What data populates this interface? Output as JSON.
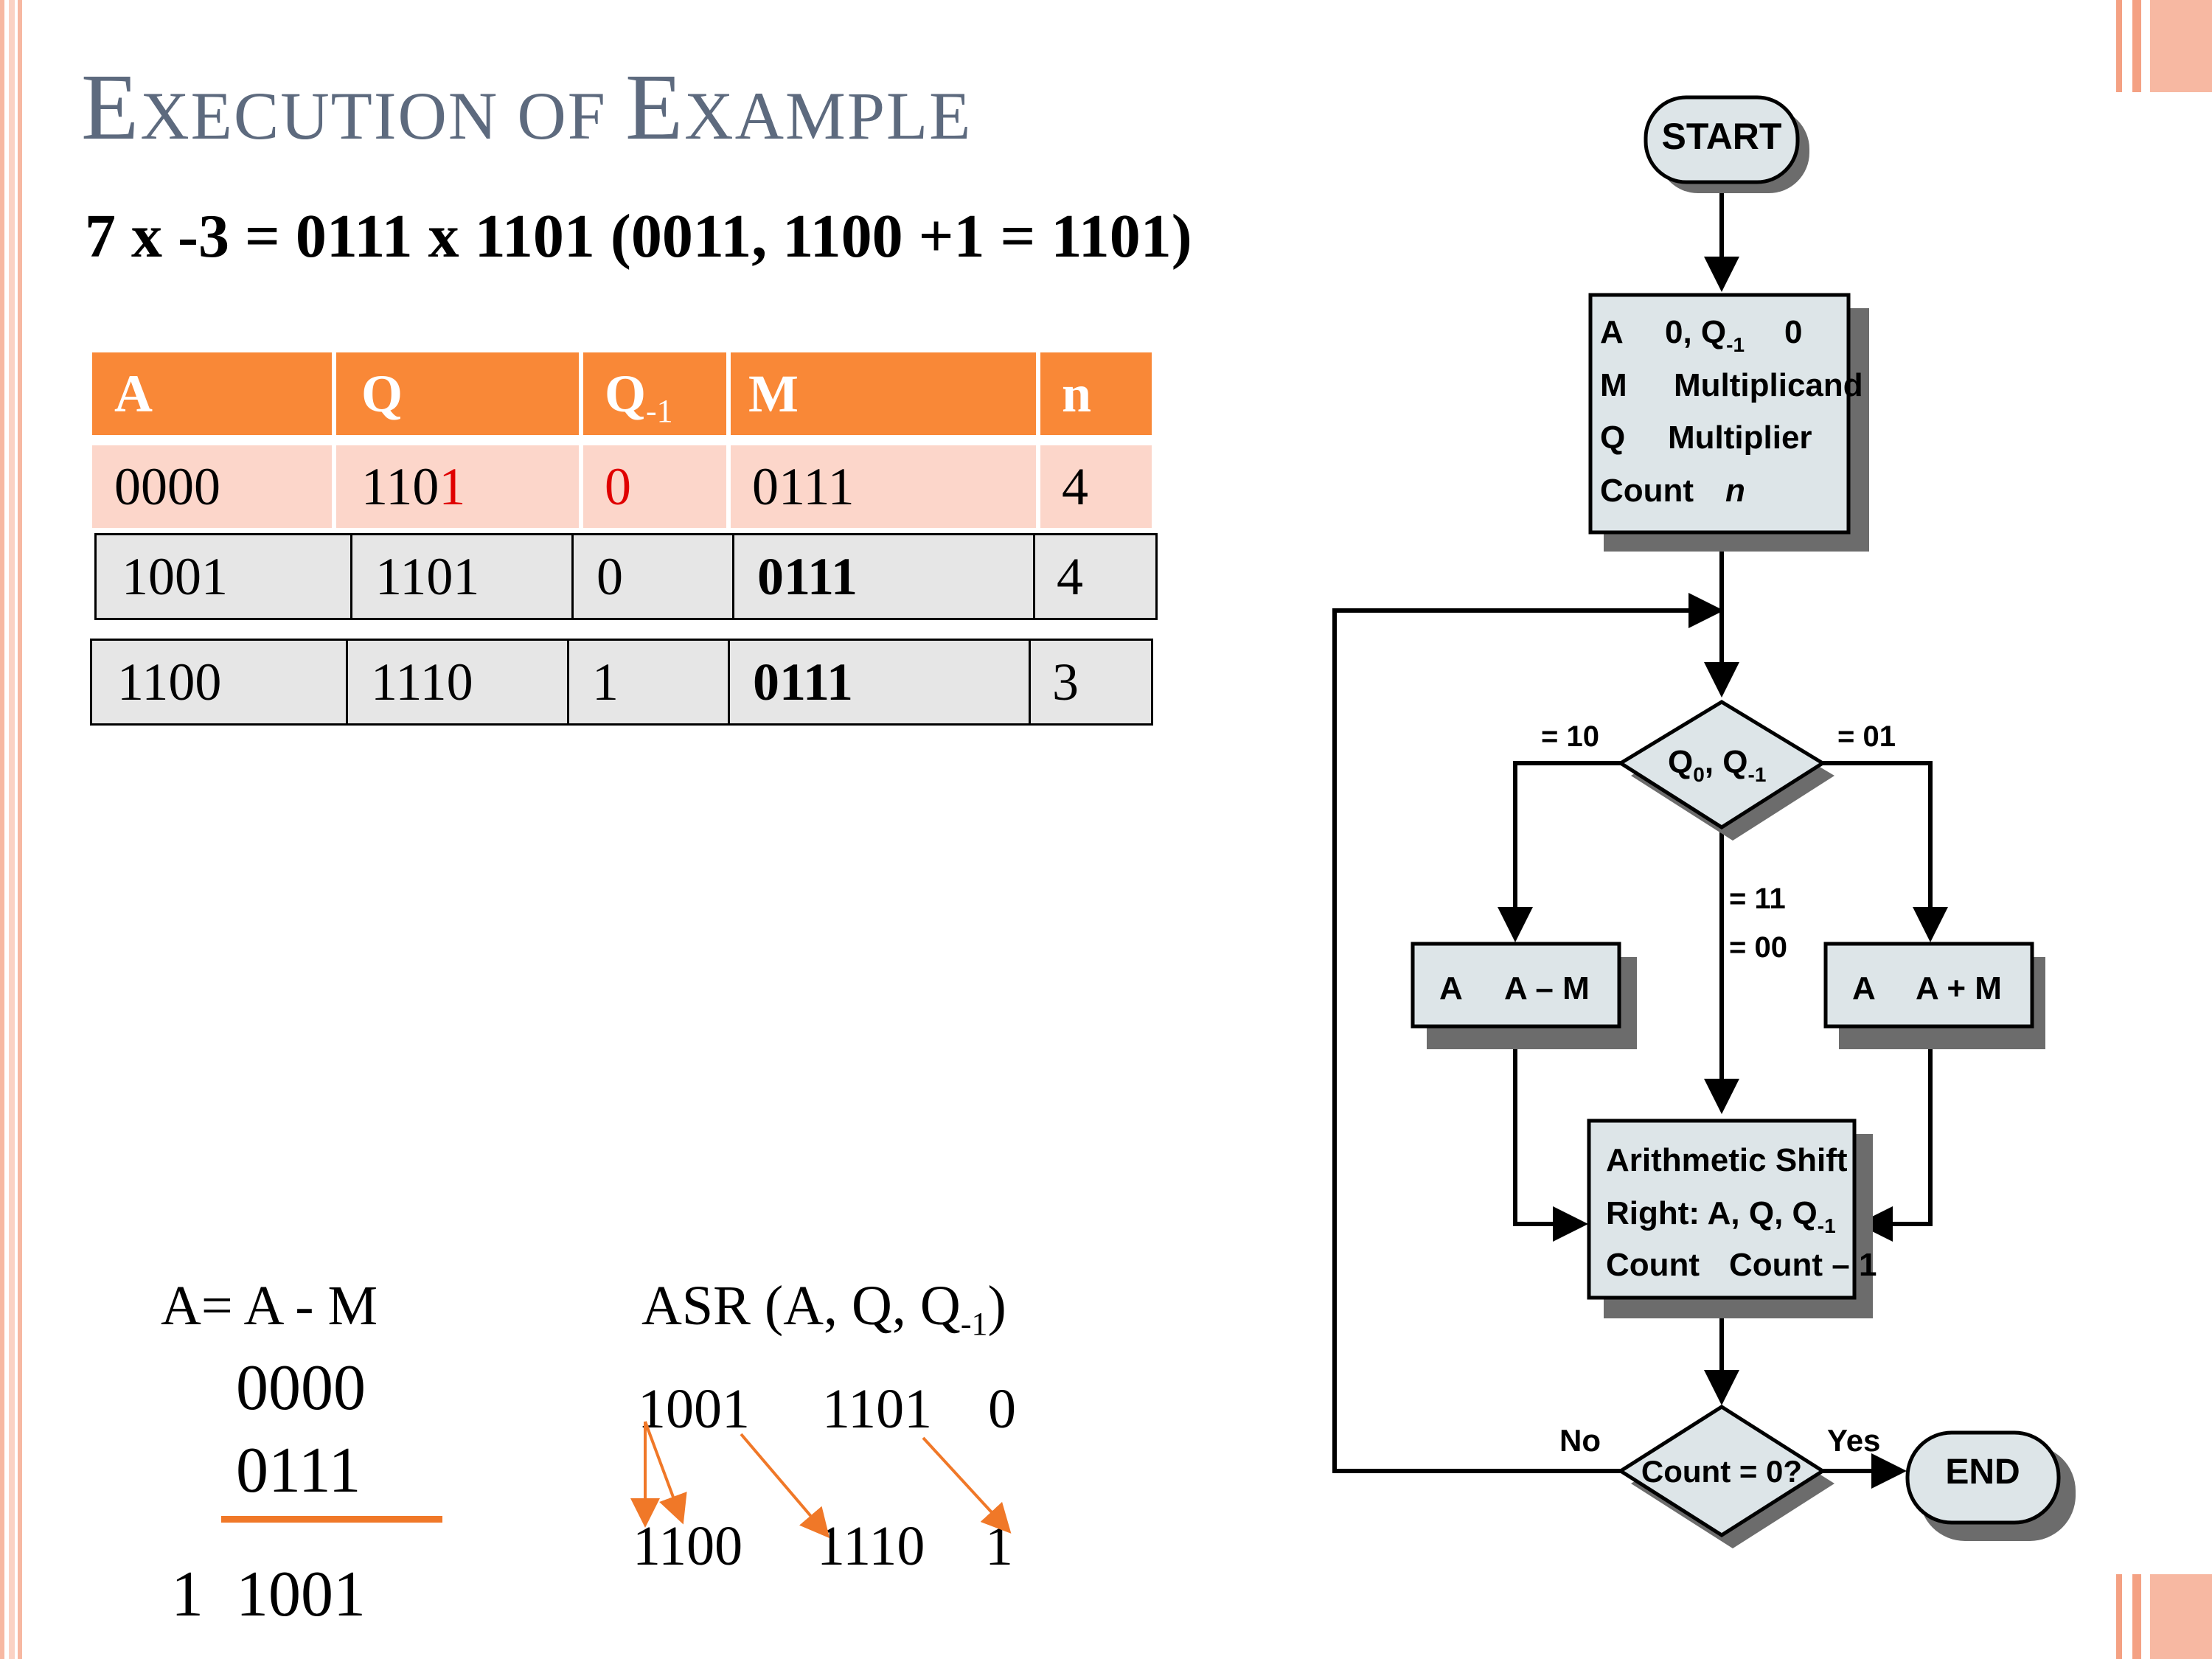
{
  "title": {
    "first_cap": "E",
    "first_rest": "XECUTION OF ",
    "second_cap": "E",
    "second_rest": "XAMPLE"
  },
  "equation": "7 x -3 = 0111 x 1101 (0011, 1100 +1 = 1101)",
  "table": {
    "headers": {
      "a": "A",
      "q": "Q",
      "q1_main": "Q",
      "q1_sub": "-1",
      "m": "M",
      "n": "n"
    },
    "row1": {
      "a": "0000",
      "q_main": "110",
      "q_red": "1",
      "q1": "0",
      "m": "0111",
      "n": "4"
    },
    "row2": {
      "a": "1001",
      "q": "1101",
      "q1": "0",
      "m": "0111",
      "n": "4"
    },
    "row3": {
      "a": "1100",
      "q": "1110",
      "q1": "1",
      "m": "0111",
      "n": "3"
    }
  },
  "subtraction": {
    "label": "A= A - M",
    "line1": "0000",
    "line2": "0111",
    "result": "1  1001"
  },
  "shift": {
    "label_main": "ASR (A, Q, Q",
    "label_sub": "-1",
    "label_end": ")",
    "before": [
      "1001",
      "1101",
      "0"
    ],
    "after": [
      "1100",
      "1110",
      "1"
    ],
    "arrow_color": "#f07828"
  },
  "flowchart": {
    "start": "START",
    "init": {
      "l1a": "A",
      "l1b": "0, Q",
      "l1sub": "-1",
      "l1c": "0",
      "l2a": "M",
      "l2b": "Multiplicand",
      "l3a": "Q",
      "l3b": "Multiplier",
      "l4a": "Count",
      "l4b": "n"
    },
    "decision": {
      "main": "Q",
      "sub0": "0",
      "mid": ", Q",
      "sub1": "-1"
    },
    "eq10": "= 10",
    "eq01": "= 01",
    "eq11": "= 11",
    "eq00": "= 00",
    "sub_box": {
      "a": "A",
      "b": "A – M"
    },
    "add_box": {
      "a": "A",
      "b": "A + M"
    },
    "shift_box": {
      "l1": "Arithmetic Shift",
      "l2a": "Right: A, Q, Q",
      "l2sub": "-1",
      "l3a": "Count",
      "l3b": "Count – 1"
    },
    "count_check": "Count = 0?",
    "no": "No",
    "yes": "Yes",
    "end": "END",
    "box_fill": "#dde5e8"
  }
}
